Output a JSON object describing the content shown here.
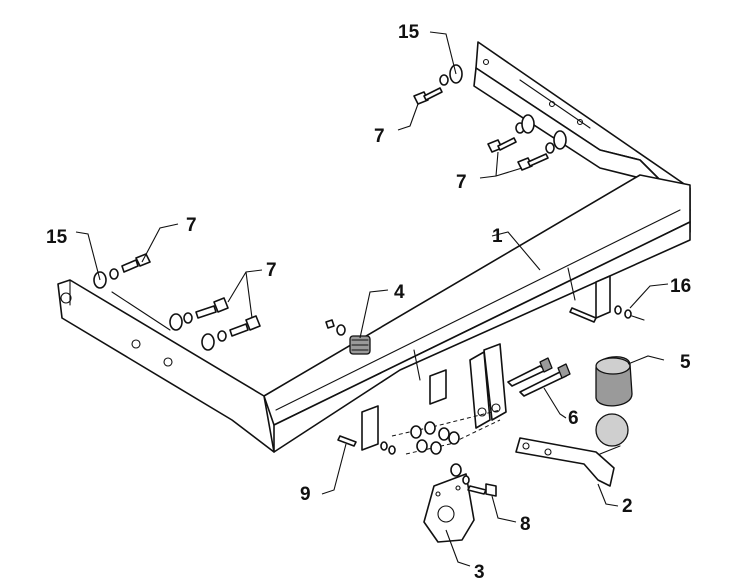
{
  "labels": {
    "frame": "1",
    "ball": "2",
    "socket_plate": "3",
    "spring": "4",
    "cap": "5",
    "bolts_center": "6",
    "bolts_top": "7",
    "bolts_top_right": "7",
    "bolts_left_upper": "7",
    "bolts_left_lower": "7",
    "bolts_socket": "8",
    "bolt_left_bracket": "9",
    "washer_top": "15",
    "washer_left": "15",
    "bracket_right": "16"
  }
}
